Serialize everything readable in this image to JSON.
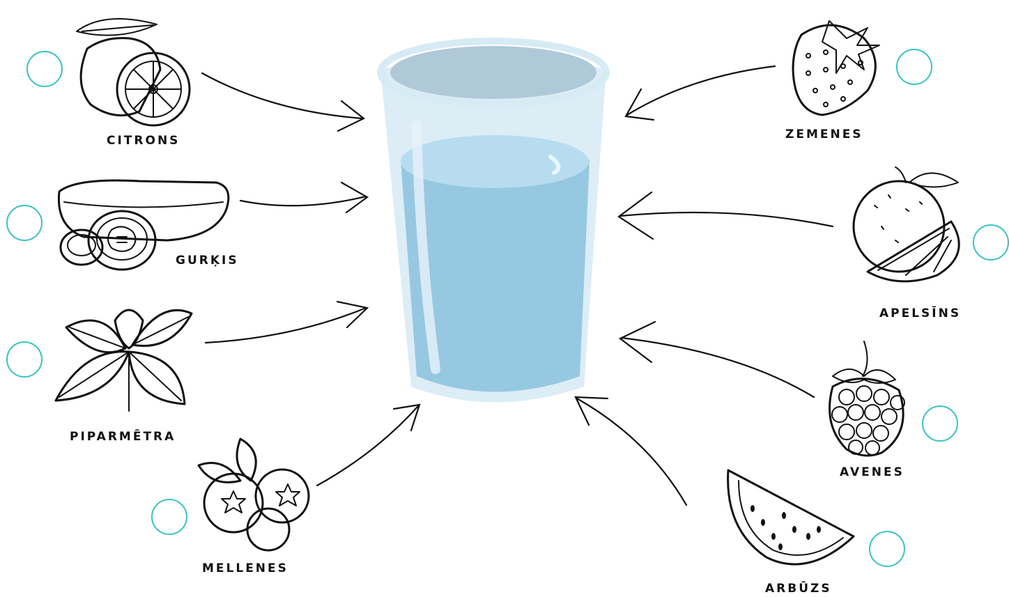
{
  "items": [
    {
      "id": "citrons",
      "label": "CITRONS",
      "icon": "lemon-icon",
      "checked": false
    },
    {
      "id": "gurkis",
      "label": "GURĶIS",
      "icon": "cucumber-icon",
      "checked": false
    },
    {
      "id": "piparmetra",
      "label": "PIPARMĒTRA",
      "icon": "mint-icon",
      "checked": false
    },
    {
      "id": "mellenes",
      "label": "MELLENES",
      "icon": "blueberries-icon",
      "checked": false
    },
    {
      "id": "zemenes",
      "label": "ZEMENES",
      "icon": "strawberry-icon",
      "checked": false
    },
    {
      "id": "apelsins",
      "label": "APELSĪNS",
      "icon": "orange-icon",
      "checked": false
    },
    {
      "id": "avenes",
      "label": "AVENES",
      "icon": "raspberry-icon",
      "checked": false
    },
    {
      "id": "arbuzs",
      "label": "ARBŪZS",
      "icon": "watermelon-icon",
      "checked": false
    }
  ],
  "center": {
    "icon": "water-glass-icon"
  },
  "colors": {
    "accent": "#38c3c0",
    "water": "#9ccbe3",
    "glass": "#d7ebf5",
    "ink": "#111111"
  }
}
